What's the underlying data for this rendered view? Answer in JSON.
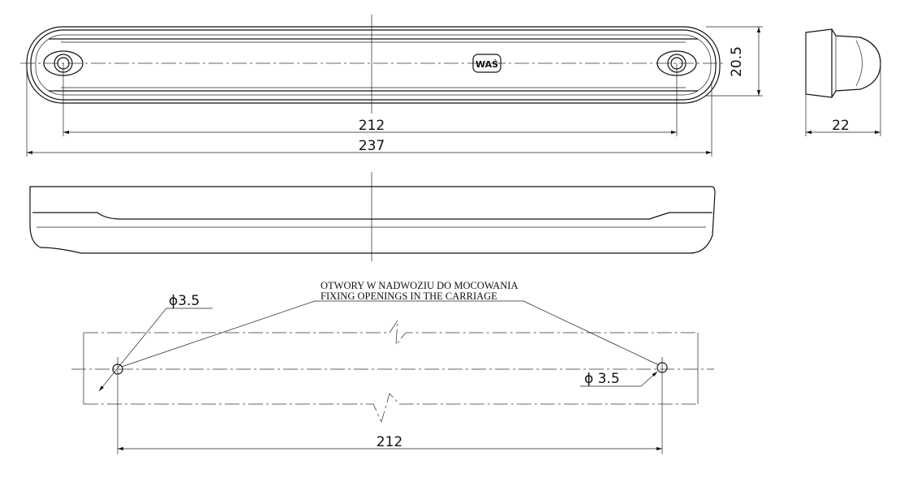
{
  "top_view": {
    "badge": "WAŚ",
    "dim_holes": "212",
    "dim_length": "237",
    "dim_height": "20.5"
  },
  "side_view": {
    "dim_depth": "22"
  },
  "mounting": {
    "note_pl": "OTWORY W NADWOZIU DO MOCOWANIA",
    "note_en": "FIXING OPENINGS IN THE CARRIAGE",
    "hole_left_label": "ϕ3.5",
    "hole_right_label": "ϕ 3.5",
    "dim_holes": "212"
  }
}
